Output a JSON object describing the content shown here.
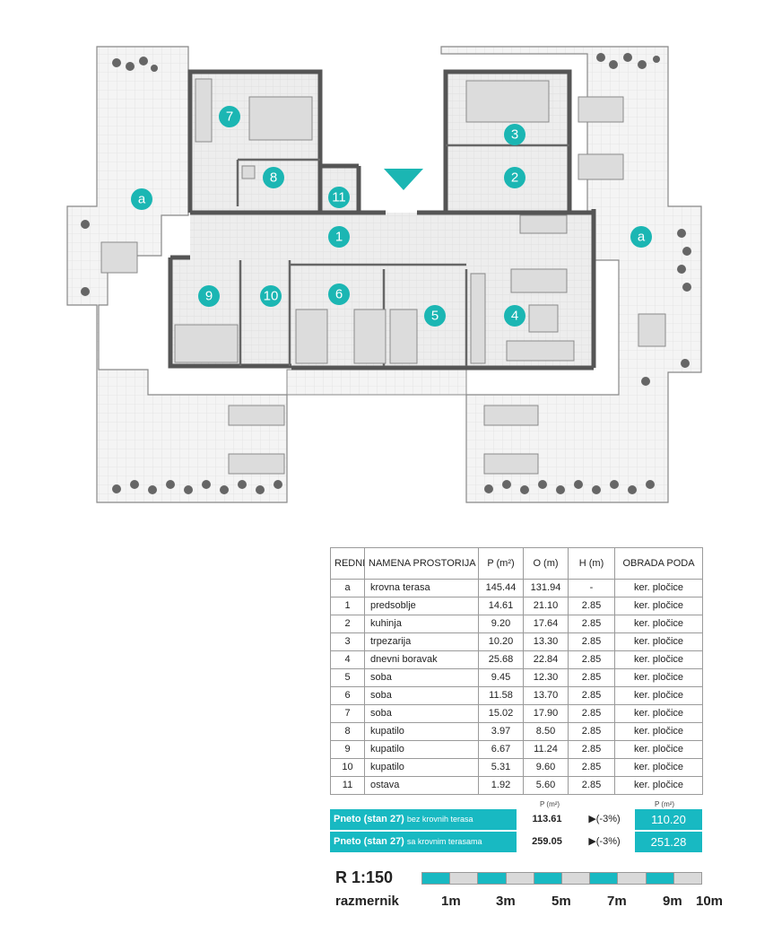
{
  "plan": {
    "room_markers": [
      {
        "id": "a",
        "label": "a"
      },
      {
        "id": "a2",
        "label": "a"
      },
      {
        "id": "1",
        "label": "1"
      },
      {
        "id": "2",
        "label": "2"
      },
      {
        "id": "3",
        "label": "3"
      },
      {
        "id": "4",
        "label": "4"
      },
      {
        "id": "5",
        "label": "5"
      },
      {
        "id": "6",
        "label": "6"
      },
      {
        "id": "7",
        "label": "7"
      },
      {
        "id": "8",
        "label": "8"
      },
      {
        "id": "9",
        "label": "9"
      },
      {
        "id": "10",
        "label": "10"
      },
      {
        "id": "11",
        "label": "11"
      }
    ],
    "accent_color": "#1bb6b3",
    "wall_color": "#555555"
  },
  "table": {
    "headers": {
      "redni_broj": "REDNI BROJ",
      "namena": "NAMENA PROSTORIJA",
      "p": "P (m²)",
      "o": "O (m)",
      "h": "H (m)",
      "obrada": "OBRADA PODA"
    },
    "rows": [
      {
        "no": "a",
        "name": "krovna terasa",
        "p": "145.44",
        "o": "131.94",
        "h": "-",
        "floor": "ker. pločice"
      },
      {
        "no": "1",
        "name": "predsoblje",
        "p": "14.61",
        "o": "21.10",
        "h": "2.85",
        "floor": "ker. pločice"
      },
      {
        "no": "2",
        "name": "kuhinja",
        "p": "9.20",
        "o": "17.64",
        "h": "2.85",
        "floor": "ker. pločice"
      },
      {
        "no": "3",
        "name": "trpezarija",
        "p": "10.20",
        "o": "13.30",
        "h": "2.85",
        "floor": "ker. pločice"
      },
      {
        "no": "4",
        "name": "dnevni boravak",
        "p": "25.68",
        "o": "22.84",
        "h": "2.85",
        "floor": "ker. pločice"
      },
      {
        "no": "5",
        "name": "soba",
        "p": "9.45",
        "o": "12.30",
        "h": "2.85",
        "floor": "ker. pločice"
      },
      {
        "no": "6",
        "name": "soba",
        "p": "11.58",
        "o": "13.70",
        "h": "2.85",
        "floor": "ker. pločice"
      },
      {
        "no": "7",
        "name": "soba",
        "p": "15.02",
        "o": "17.90",
        "h": "2.85",
        "floor": "ker. pločice"
      },
      {
        "no": "8",
        "name": "kupatilo",
        "p": "3.97",
        "o": "8.50",
        "h": "2.85",
        "floor": "ker. pločice"
      },
      {
        "no": "9",
        "name": "kupatilo",
        "p": "6.67",
        "o": "11.24",
        "h": "2.85",
        "floor": "ker. pločice"
      },
      {
        "no": "10",
        "name": "kupatilo",
        "p": "5.31",
        "o": "9.60",
        "h": "2.85",
        "floor": "ker. pločice"
      },
      {
        "no": "11",
        "name": "ostava",
        "p": "1.92",
        "o": "5.60",
        "h": "2.85",
        "floor": "ker. pločice"
      }
    ]
  },
  "summary": {
    "col_head_p": "P (m²)",
    "col_head_p_final": "P (m²)",
    "row1": {
      "label_main": "Pneto (stan 27)",
      "label_sub": "bez krovnih terasa",
      "value": "113.61",
      "reduction": "▶(-3%)",
      "final": "110.20"
    },
    "row2": {
      "label_main": "Pneto (stan 27)",
      "label_sub": "sa krovnim terasama",
      "value": "259.05",
      "reduction": "▶(-3%)",
      "final": "251.28"
    }
  },
  "scale": {
    "title": "R 1:150",
    "word": "razmernik",
    "ticks": [
      "1m",
      "3m",
      "5m",
      "7m",
      "9m",
      "10m"
    ],
    "teal_color": "#18b9c2"
  }
}
